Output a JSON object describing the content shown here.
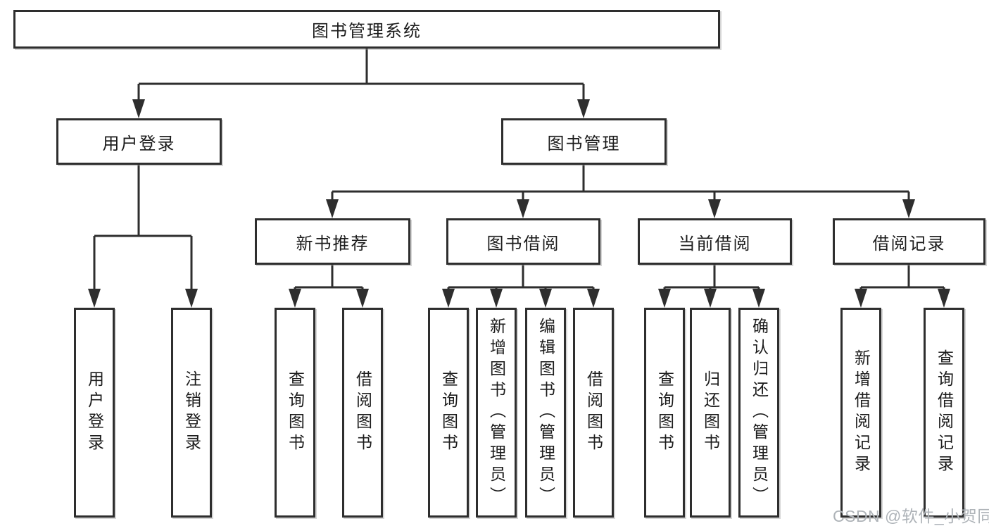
{
  "tree": {
    "root": {
      "label": "图书管理系统"
    },
    "level2": [
      {
        "label": "用户登录"
      },
      {
        "label": "图书管理"
      }
    ],
    "level3": [
      {
        "label": "新书推荐"
      },
      {
        "label": "图书借阅"
      },
      {
        "label": "当前借阅"
      },
      {
        "label": "借阅记录"
      }
    ],
    "leaves": [
      {
        "label": "用户登录",
        "parent": "用户登录"
      },
      {
        "label": "注销登录",
        "parent": "用户登录"
      },
      {
        "label": "查询图书",
        "parent": "新书推荐"
      },
      {
        "label": "借阅图书",
        "parent": "新书推荐"
      },
      {
        "label": "查询图书",
        "parent": "图书借阅"
      },
      {
        "label": "新增图书（管理员）",
        "parent": "图书借阅"
      },
      {
        "label": "编辑图书（管理员）",
        "parent": "图书借阅"
      },
      {
        "label": "借阅图书",
        "parent": "图书借阅"
      },
      {
        "label": "查询图书",
        "parent": "当前借阅"
      },
      {
        "label": "归还图书",
        "parent": "当前借阅"
      },
      {
        "label": "确认归还（管理员）",
        "parent": "当前借阅"
      },
      {
        "label": "新增借阅记录",
        "parent": "借阅记录"
      },
      {
        "label": "查询借阅记录",
        "parent": "借阅记录"
      }
    ]
  },
  "watermark": "CSDN @软件_小贺同学",
  "colors": {
    "line": "#2e2e2e",
    "border": "#2e2e2e",
    "text": "#1c1c1c",
    "watermark": "#aeb3b8",
    "background": "#ffffff"
  }
}
